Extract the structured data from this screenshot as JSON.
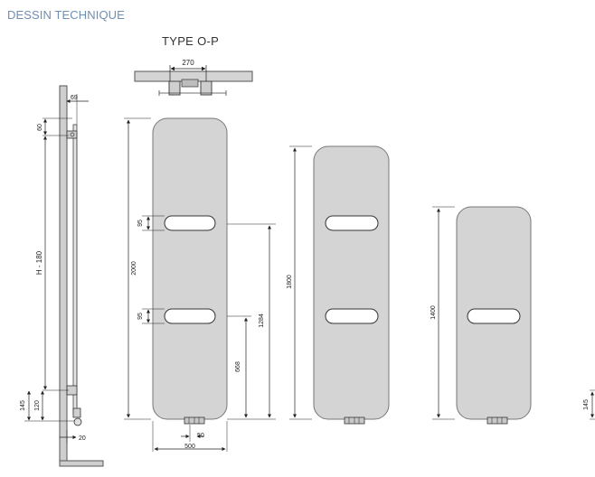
{
  "header": {
    "section_title": "DESSIN TECHNIQUE",
    "type_title": "TYPE O-P"
  },
  "top_view": {
    "width_label": "270"
  },
  "side_view": {
    "depth_label": "69",
    "top_offset_label": "60",
    "height_label": "H - 180",
    "bottom_offset_label": "145",
    "bracket_label": "120",
    "bottom_depth_label": "20"
  },
  "radiator_2000": {
    "height_label": "2000",
    "slot_label_top": "95",
    "slot_label_bottom": "95",
    "axis_label": "1284",
    "lower_label": "668",
    "connection_label": "50",
    "width_label": "500"
  },
  "radiator_1800": {
    "height_label": "1800"
  },
  "radiator_1400": {
    "height_label": "1400"
  },
  "edge_note": {
    "label": "145"
  },
  "colors": {
    "panel_fill": "#d4d4d4",
    "panel_stroke": "#777777",
    "title_blue": "#6f8fb5",
    "line": "#222222"
  }
}
